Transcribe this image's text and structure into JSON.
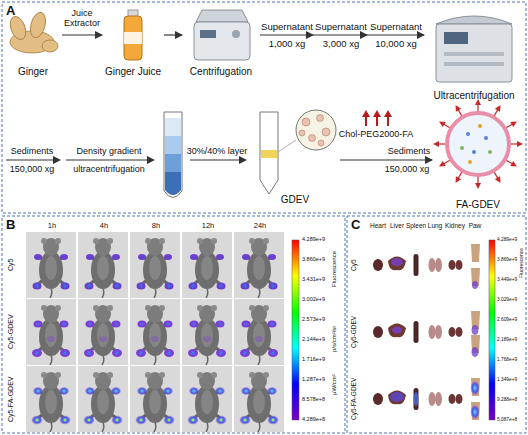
{
  "diagram": {
    "nodes": [
      {
        "text": [
          "Ginger"
        ]
      },
      {
        "text": [
          "Ginger Juice"
        ]
      },
      {
        "text": [
          "Centrifugation"
        ]
      },
      {
        "text": [
          "Ultracentrifugation"
        ]
      },
      {
        "text": [
          "GDEV"
        ]
      },
      {
        "text": [
          "FA-GDEV"
        ]
      }
    ],
    "edges": [
      {
        "from": 0,
        "to": 1,
        "arrow": "to",
        "label": "Juice Extractor"
      },
      {
        "from": 1,
        "to": 2,
        "arrow": "to"
      },
      {
        "from": 2,
        "to": 3,
        "arrow": "to"
      },
      {
        "from": 4,
        "to": 5,
        "arrow": "to",
        "label": "Chol-PEG2000-FA"
      }
    ],
    "labels": [
      "A",
      "Supernatant",
      "1,000 xg",
      "Supernatant",
      "3,000 xg",
      "Supernatant",
      "10,000 xg",
      "Sediments",
      "150,000 xg",
      "Density gradient",
      "ultracentrifugation",
      "30%/40% layer",
      "Sediments",
      "150,000 xg",
      "B",
      "1h",
      "4h",
      "8h",
      "12h",
      "24h",
      "Cy5",
      "Cy5-GDEV",
      "Cy5-FA-GDEV",
      "4.289e+9",
      "3.860e+9",
      "3.431e+9",
      "3.002e+9",
      "2.573e+9",
      "2.144e+9",
      "1.716e+9",
      "1.287e+9",
      "8.578e+8",
      "4.289e+8",
      "Fluorescence",
      "p/s/cm²/sr",
      "μW/cm²",
      "C",
      "Heart",
      "Liver",
      "Spleen",
      "Lung",
      "Kidney",
      "Paw",
      "Cy5",
      "Cy5-GDEV",
      "Cy5-FA-GDEV",
      "4.289e+9",
      "3.869e+9",
      "3.449e+9",
      "3.029e+9",
      "2.609e+9",
      "2.189e+9",
      "1.768e+9",
      "1.349e+9",
      "9.288e+8",
      "5.087e+8",
      "Fluorescence"
    ]
  }
}
